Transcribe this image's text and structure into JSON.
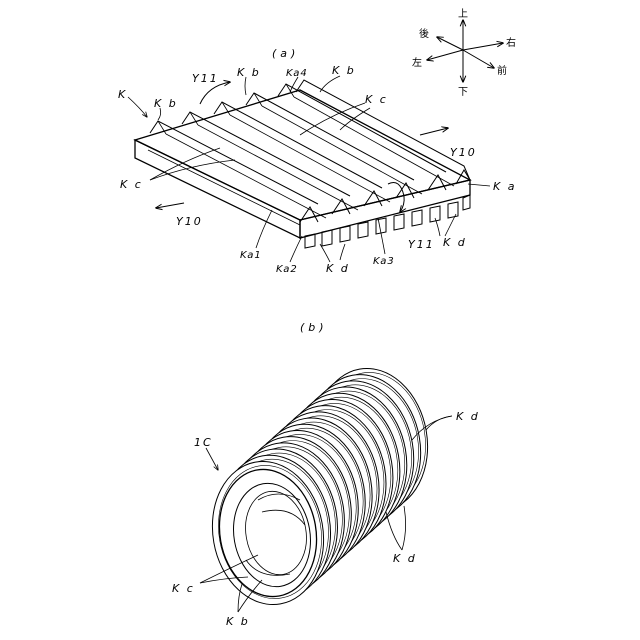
{
  "captions": {
    "a": "(a)",
    "b": "(b)"
  },
  "directions": {
    "up": "上",
    "down": "下",
    "left": "左",
    "right": "右",
    "back": "後",
    "front": "前"
  },
  "labels_a": {
    "K": "K",
    "Kb_left": "K b",
    "Kb_mid": "K b",
    "Kb_right": "K b",
    "Ka4": "Ka4",
    "Kc_top": "K c",
    "Kc_left": "K c",
    "Ka": "K a",
    "Y10_right": "Y10",
    "Y10_left": "Y10",
    "Y11_top": "Y11",
    "Y11_bottom": "Y11",
    "Ka1": "Ka1",
    "Ka2": "Ka2",
    "Ka3": "Ka3",
    "Kd_bottom": "K d",
    "Kd_right": "K d"
  },
  "labels_b": {
    "1C": "1C",
    "Kd_top": "K d",
    "Kd_bottom": "K d",
    "Kc": "K c",
    "Kb": "K b"
  }
}
